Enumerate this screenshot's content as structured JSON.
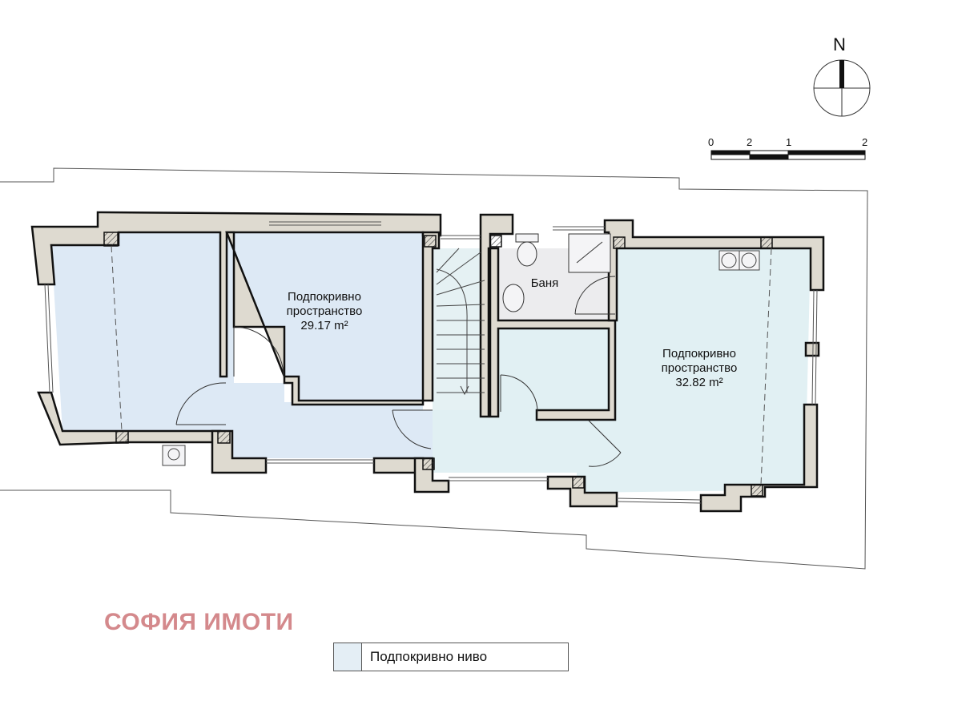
{
  "compass": {
    "label": "N"
  },
  "scale": {
    "ticks": [
      "0",
      "2",
      "1",
      "2"
    ]
  },
  "rooms": [
    {
      "name": "Подпокривно",
      "subname": "пространство",
      "area": "29.17 m²"
    },
    {
      "name": "Баня"
    },
    {
      "name": "Подпокривно",
      "subname": "пространство",
      "area": "32.82 m²"
    }
  ],
  "brand": "СОФИЯ ИМОТИ",
  "legend": {
    "label": "Подпокривно ниво",
    "color": "#e4eef5"
  },
  "colors": {
    "floor_blue": "#dde9f5",
    "floor_cyan": "#e1f0f3",
    "bath_gray": "#ececee",
    "wall": "#dedad0",
    "outline": "#111111",
    "brand": "#d4898c"
  }
}
